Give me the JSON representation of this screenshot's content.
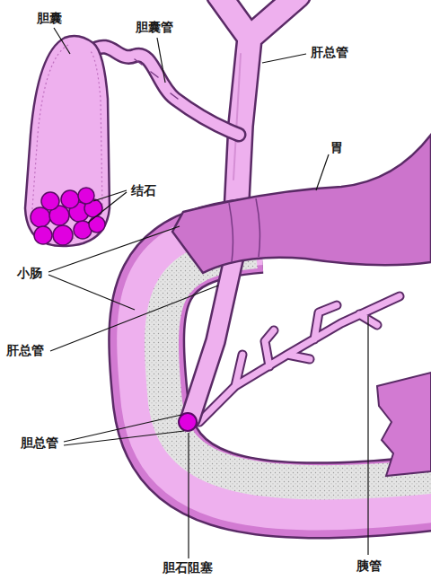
{
  "diagram": {
    "labels": [
      "胆囊",
      "胆囊管",
      "肝总管",
      "胃",
      "结石",
      "小肠",
      "肝总管",
      "胆总管",
      "胆石阻塞",
      "胰管"
    ]
  }
}
